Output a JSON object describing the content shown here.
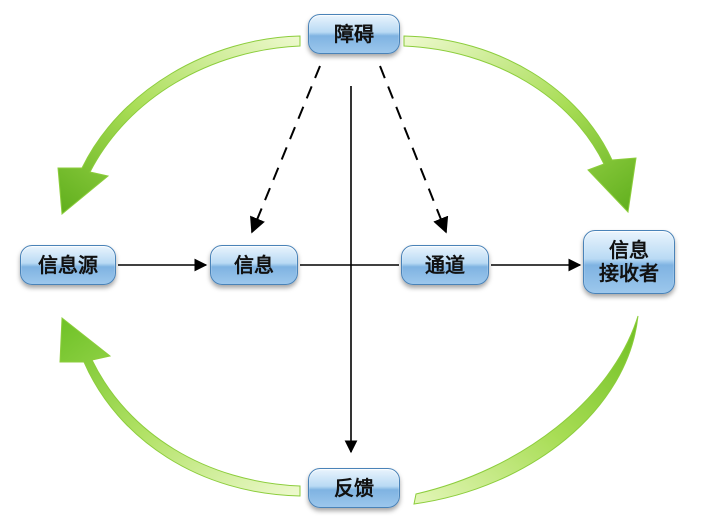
{
  "nodes": {
    "obstacle": "障碍",
    "source": "信息源",
    "message": "信息",
    "channel": "通道",
    "receiver_line1": "信息",
    "receiver_line2": "接收者",
    "feedback": "反馈"
  },
  "colors": {
    "node_fill_light": "#e9f4fd",
    "node_fill_dark": "#7fb3e2",
    "node_border": "#4a83b8",
    "curved_arrow_light": "#d8f2a0",
    "curved_arrow_dark": "#6fbf22",
    "line": "#000000"
  }
}
